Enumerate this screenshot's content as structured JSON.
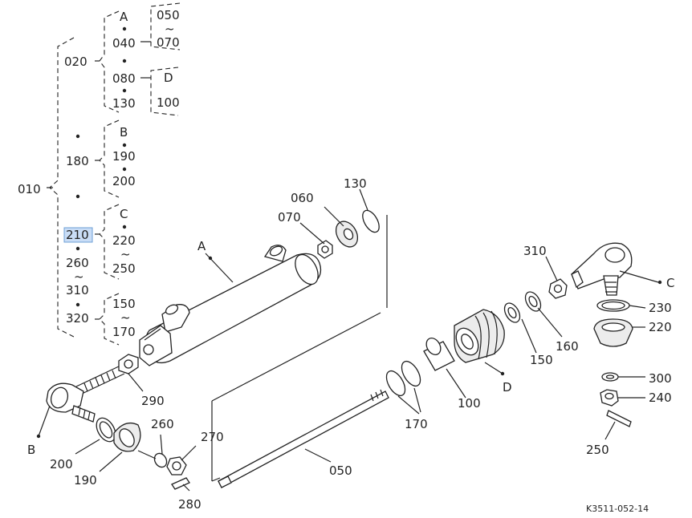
{
  "diagram": {
    "code": "K3511-052-14",
    "selected_label": "210",
    "tree": {
      "root": "010",
      "groups": [
        "020",
        "180",
        "210",
        "260",
        "310",
        "320"
      ],
      "letters": [
        "A",
        "B",
        "C",
        "D"
      ],
      "codes": [
        "040",
        "050",
        "070",
        "080",
        "100",
        "130",
        "150",
        "170",
        "190",
        "200",
        "220",
        "250"
      ],
      "tilde": "~"
    },
    "callouts": {
      "A": "A",
      "B": "B",
      "C": "C",
      "D": "D",
      "p050": "050",
      "p060": "060",
      "p070": "070",
      "p100": "100",
      "p130": "130",
      "p150": "150",
      "p160": "160",
      "p170": "170",
      "p190": "190",
      "p200": "200",
      "p220": "220",
      "p230": "230",
      "p240": "240",
      "p250": "250",
      "p260": "260",
      "p270": "270",
      "p280": "280",
      "p290": "290",
      "p300": "300",
      "p310": "310"
    }
  }
}
